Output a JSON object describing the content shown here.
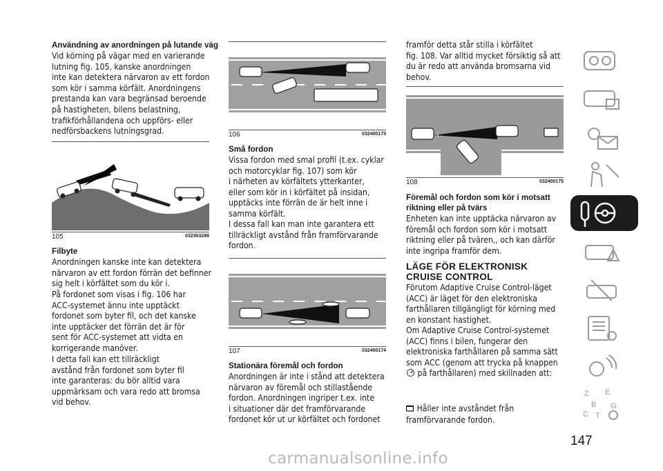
{
  "col1": {
    "heading1": "Användning av anordningen på lutande väg",
    "para1": "Vid körning på vägar med en varierande\nlutning fig. 105, kanske anordningen\ninte kan detektera närvaron av ett fordon\nsom kör i samma körfält. Anordningens\nprestanda kan vara begränsad beroende\npå hastigheten, bilens belastning,\ntrafikförhållandena och uppförs- eller\nnedförsbackens lutningsgrad.",
    "fig_num": "105",
    "fig_code": "032363288",
    "heading2": "Filbyte",
    "para2": "Anordningen kanske inte kan detektera\nnärvaron av ett fordon förrän det befinner\nsig helt i körfältet som du kör i.",
    "para3": "På fordonet som visas i fig. 106 har\nACC-systemet ännu inte upptäckt\nfordonet som byter fil, och det kanske\ninte upptäcker det förrän det är för\nsent för ACC-systemet att vidta en\nkorrigerande manöver.",
    "para4": "I detta fall kan ett tillräckligt\navstånd från fordonet som byter fil\ninte garanteras: du bör alltid vara\nuppmärksam och vara redo att bromsa\nvid behov."
  },
  "col2": {
    "fig1_num": "106",
    "fig1_code": "032400173",
    "heading1": "Små fordon",
    "para1": "Vissa fordon med smal profil (t.ex. cyklar\noch motorcyklar fig. 107) som kör\ni närheten av körfältets ytterkanter,\neller som kör in i körfältet på insidan,\nupptäcks inte förrän de är helt inne i\nsamma körfält.",
    "para2": "I dessa fall kan man inte garantera ett\ntillräckligt avstånd från framförvarande\nfordon.",
    "fig2_num": "107",
    "fig2_code": "032400174",
    "heading2": "Stationära föremål och fordon",
    "para3": "Anordningen är inte i stånd att detektera\nnärvaron av föremål och stillastående\nfordon. Anordningen ingriper t.ex. inte\ni situationer där det framförvarande\nfordonet kör ut ur körfältet och fordonet"
  },
  "col3": {
    "para1": "framför detta står stilla i körfältet\nfig. 108. Var alltid mycket försiktig så att\ndu är redo att använda bromsarna vid\nbehov.",
    "fig_num": "108",
    "fig_code": "032400175",
    "heading1": "Föremål och fordon som kör i motsatt\nriktning eller på tvärs",
    "para2": "Enheten kan inte upptäcka närvaron av\nföremål och fordon som kör i motsatt\nriktning eller på tvären,, och kan därför\ninte ingripa framför dem.",
    "section_title": "LÄGE FÖR ELEKTRONISK\nCRUISE CONTROL",
    "para3": "Förutom Adaptive Cruise Control-läget\n(ACC) är läget för den elektroniska\nfarthållaren tillgängligt för körning med\nen konstant hastighet.",
    "para4": "Om Adaptive Cruise Control-systemet\n(ACC) finns i bilen, fungerar den\nelektroniska farthållaren på samma sätt\nsom ACC (genom att trycka på knappen",
    "para4b": " på farthållaren) med skillnaden att:",
    "bullet1": "Håller inte avståndet från\nframförvarande fordon."
  },
  "sidebar": {
    "tabs": [
      {
        "icon": "car-dashboard-icon"
      },
      {
        "icon": "car-info-icon"
      },
      {
        "icon": "light-weather-icon"
      },
      {
        "icon": "seatbelt-airbag-icon"
      },
      {
        "icon": "steering-key-icon",
        "active": true
      },
      {
        "icon": "warning-car-icon"
      },
      {
        "icon": "wrench-car-icon"
      },
      {
        "icon": "technical-data-icon"
      },
      {
        "icon": "multimedia-icon"
      },
      {
        "icon": "alphabetical-index-icon"
      }
    ],
    "index_letters": [
      "Z",
      "E",
      "B",
      "C",
      "T",
      "G"
    ]
  },
  "page_number": "147",
  "watermark": "carmanualsonline.info"
}
